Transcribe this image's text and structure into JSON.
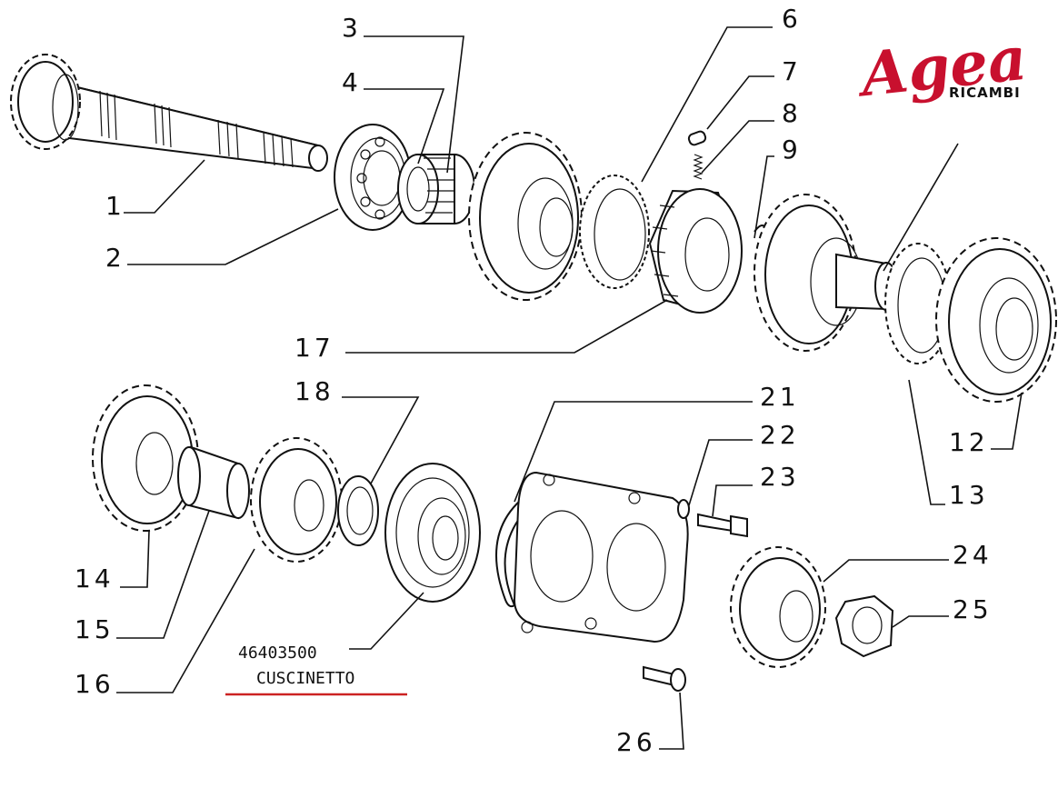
{
  "logo": {
    "brand": "Agea",
    "tagline": "RICAMBI",
    "color": "#c8102e"
  },
  "callouts": [
    "1",
    "2",
    "3",
    "4",
    "6",
    "7",
    "8",
    "9",
    "12",
    "13",
    "14",
    "15",
    "16",
    "17",
    "18",
    "21",
    "22",
    "23",
    "24",
    "25",
    "26"
  ],
  "part_note": {
    "code": "46403500",
    "name": "CUSCINETTO",
    "underline_color": "#cc2222"
  }
}
